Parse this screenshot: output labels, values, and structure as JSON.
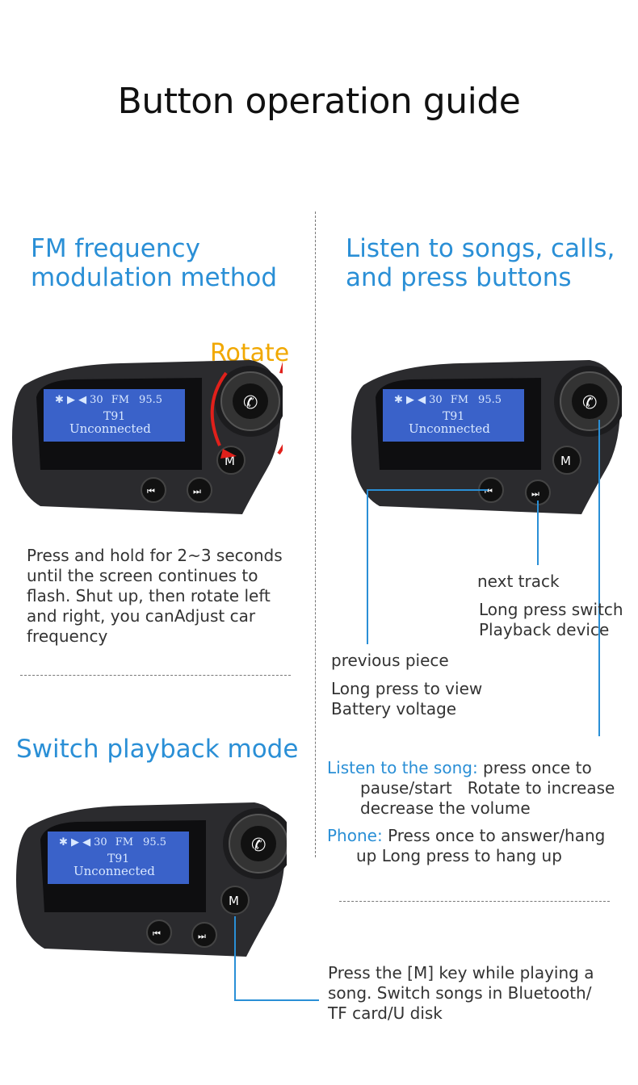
{
  "title": "Button operation guide",
  "sections": {
    "fm": {
      "heading_line1": "FM frequency",
      "heading_line2": "modulation method",
      "rotate_label": "Rotate",
      "description": [
        "Press and hold for 2~3 seconds",
        "until the screen continues to",
        "flash. Shut up, then rotate left",
        "and right, you canAdjust car",
        "frequency"
      ]
    },
    "listen": {
      "heading_line1": "Listen to songs, calls,",
      "heading_line2": "and press buttons",
      "next_track": "next track",
      "long_press_switch": [
        "Long press switch",
        "Playback device"
      ],
      "previous_piece": "previous piece",
      "long_press_view": [
        "Long press to view",
        "Battery voltage"
      ],
      "song_label": "Listen to the song:",
      "song_text": [
        "press once to",
        "pause/start   Rotate to increase",
        "decrease the volume"
      ],
      "phone_label": "Phone:",
      "phone_text": [
        "Press once to answer/hang",
        "up Long press to hang up"
      ]
    },
    "switch": {
      "heading": "Switch playback mode",
      "description": [
        "Press the [M] key while playing a",
        "song. Switch songs in Bluetooth/",
        "TF card/U disk"
      ]
    }
  },
  "device_screen": {
    "volume": "30",
    "band": "FM",
    "frequency": "95.5",
    "model": "T91",
    "status": "Unconnected",
    "m_key": "M"
  },
  "colors": {
    "accent": "#2a8fd6",
    "rotate": "#f1a800",
    "arrow": "#e0201b"
  }
}
